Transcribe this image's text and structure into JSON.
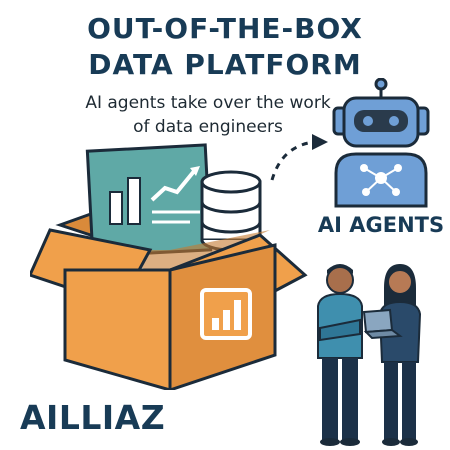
{
  "headline": {
    "line1": "OUT-OF-THE-BOX",
    "line2": "DATA PLATFORM"
  },
  "subheadline": {
    "line1": "AI agents take over the work",
    "line2": "of data engineers"
  },
  "agents_label": "AI AGENTS",
  "brand": "AILLIAZ",
  "colors": {
    "navy": "#183b56",
    "box_orange": "#f0a04b",
    "box_dark": "#d98a3a",
    "teal_panel": "#5fa9a6",
    "robot_blue": "#6f9fd6",
    "outline": "#1b2b3a"
  },
  "icons": [
    "chart-panel-icon",
    "database-icon",
    "robot-icon",
    "network-icon",
    "bar-chart-icon",
    "laptop-icon"
  ]
}
